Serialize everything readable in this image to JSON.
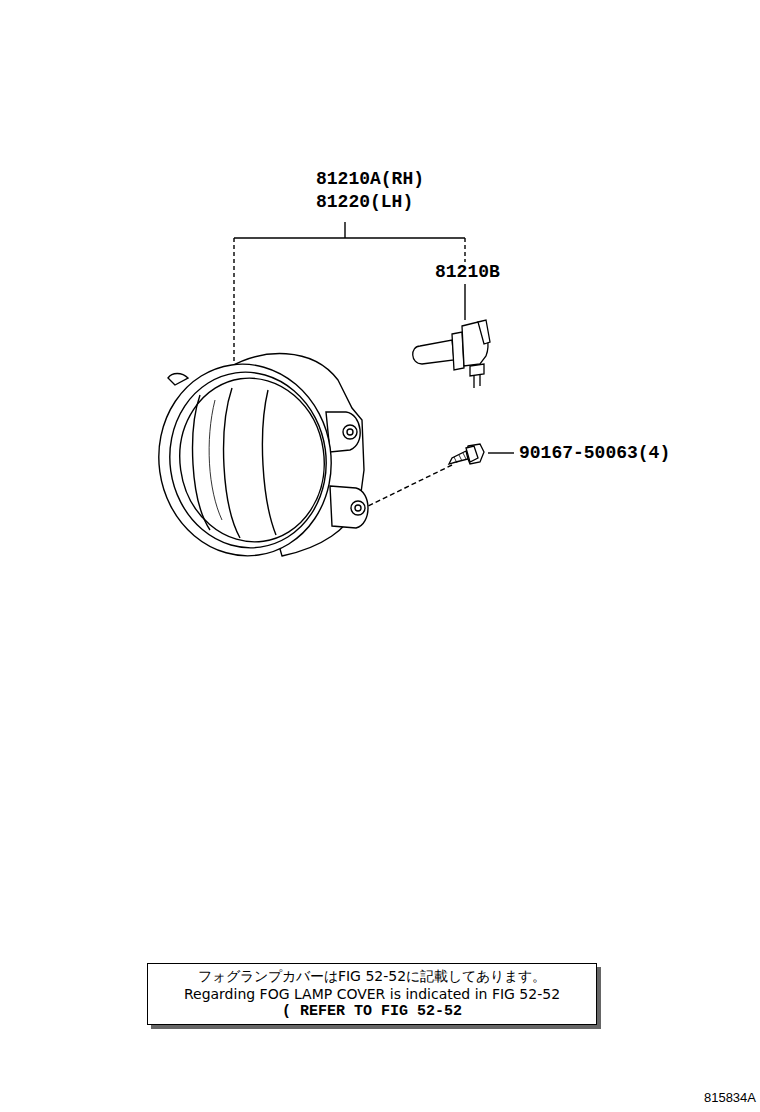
{
  "diagram": {
    "nodes": [
      {
        "text": [
          "フォグランプカバーはFIG 52-52に記載してあります。",
          "Regarding FOG LAMP COVER is indicated in FIG 52-52",
          "( REFER TO FIG 52-52"
        ]
      }
    ],
    "labels": [
      "81210A(RH)",
      "81220(LH)",
      "81210B",
      "90167-50063(4)",
      "815834A"
    ]
  }
}
